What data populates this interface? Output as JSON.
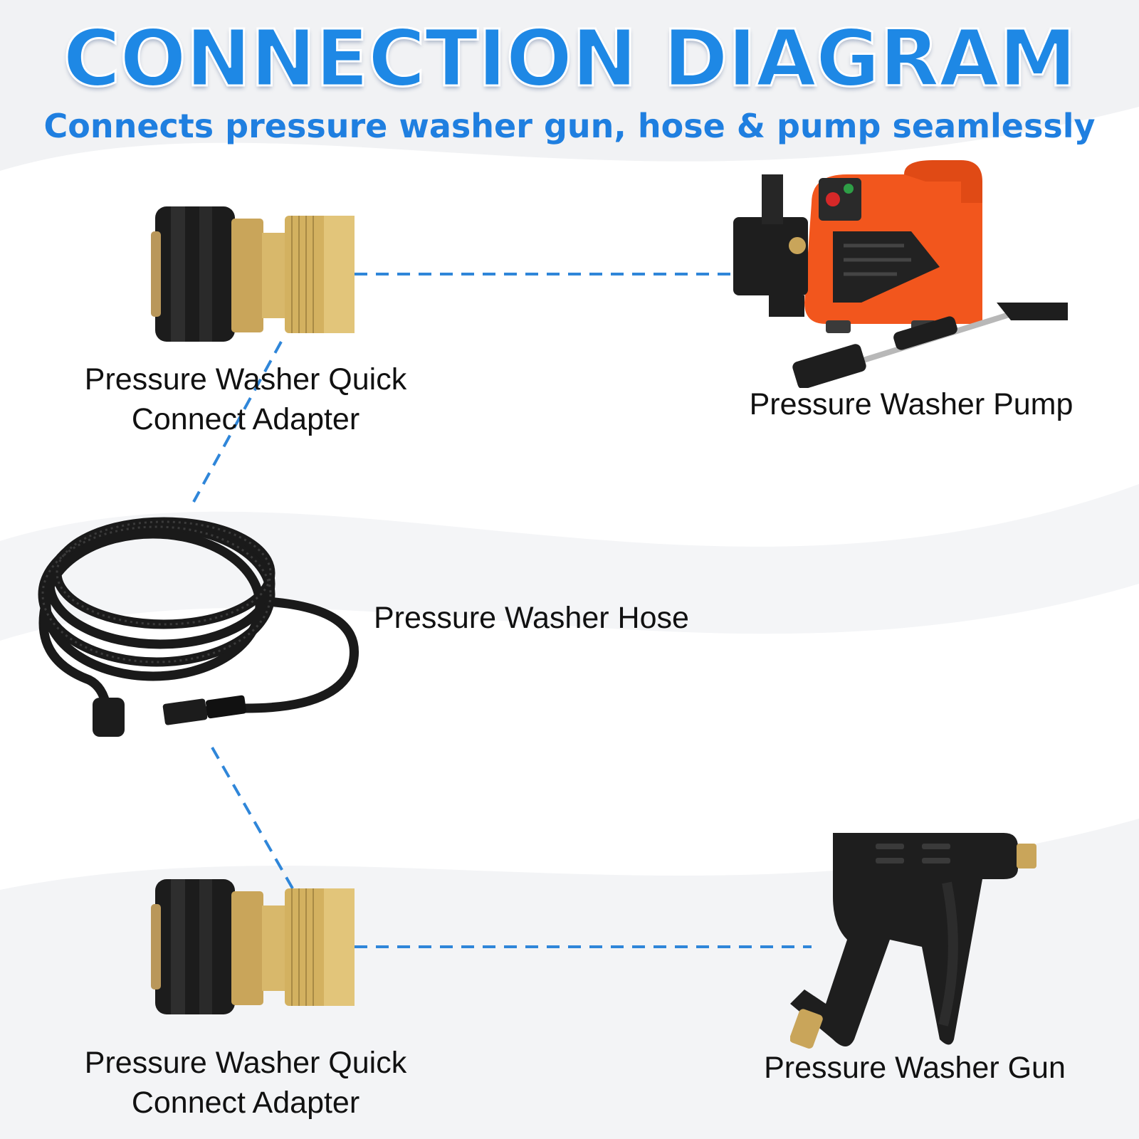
{
  "title": "CONNECTION DIAGRAM",
  "subtitle": "Connects pressure washer gun, hose & pump seamlessly",
  "colors": {
    "title_blue": "#1e88e5",
    "subtitle_blue": "#1f7fe0",
    "connector_line": "#2f86d9",
    "brass": "#d3b160",
    "rubber_black": "#1c1c1c",
    "pump_orange": "#f2561d"
  },
  "components": {
    "adapter_top": {
      "label_line1": "Pressure Washer Quick",
      "label_line2": "Connect Adapter",
      "icon": "quick-connect-adapter-icon"
    },
    "pump": {
      "label": "Pressure Washer Pump",
      "icon": "pressure-washer-pump-icon"
    },
    "hose": {
      "label": "Pressure Washer Hose",
      "icon": "coiled-hose-icon"
    },
    "adapter_bottom": {
      "label_line1": "Pressure Washer Quick",
      "label_line2": "Connect Adapter",
      "icon": "quick-connect-adapter-icon"
    },
    "gun": {
      "label": "Pressure Washer Gun",
      "icon": "spray-gun-icon"
    }
  }
}
